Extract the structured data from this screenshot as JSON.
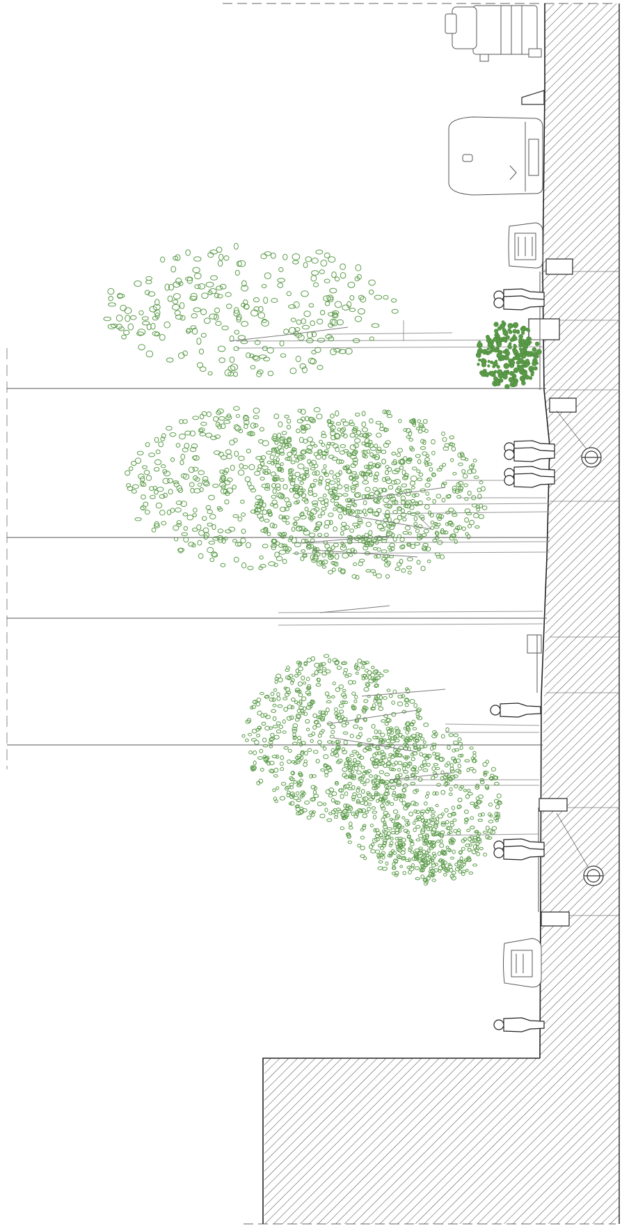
{
  "drawing": {
    "type": "street-section-elevation",
    "orientation": "rotated-90",
    "colors": {
      "background": "#ffffff",
      "line": "#333333",
      "thin_line": "#555555",
      "hatch": "#444444",
      "foliage": "#5a9a48",
      "figure_fill": "#ffffff"
    },
    "elements": {
      "vehicles": [
        "truck",
        "bus",
        "car",
        "car"
      ],
      "people_groups": 6,
      "trees": 4,
      "planter": "shrub",
      "drains": 2
    }
  }
}
